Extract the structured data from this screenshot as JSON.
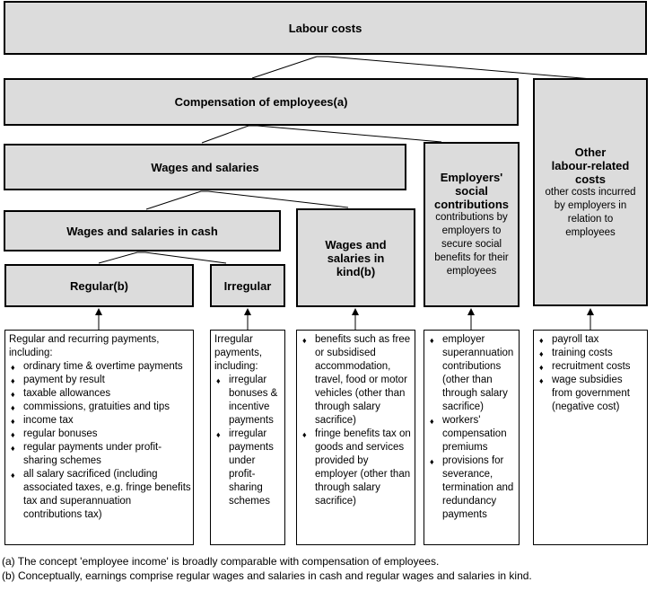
{
  "bullet_char": "♦",
  "colors": {
    "box_fill": "#dcdcdc",
    "box_border": "#000000",
    "detail_fill": "#ffffff",
    "line_color": "#000000",
    "text_color": "#000000",
    "background": "#ffffff"
  },
  "nodes": {
    "labour_costs": "Labour costs",
    "compensation": "Compensation of employees(a)",
    "wages_salaries": "Wages and salaries",
    "wages_cash": "Wages and salaries in cash",
    "regular": "Regular(b)",
    "irregular": "Irregular",
    "wages_kind": "Wages and\nsalaries in\nkind(b)",
    "employers_social": {
      "title": "Employers'\nsocial\ncontributions",
      "description": "contributions by\nemployers to\nsecure social\nbenefits for their\nemployees"
    },
    "other_costs": {
      "title": "Other\nlabour-related\ncosts",
      "description": "other costs incurred\nby employers in\nrelation to\nemployees"
    }
  },
  "detail_boxes": [
    {
      "intro": "Regular and recurring payments, including:",
      "items": [
        "ordinary time & overtime payments",
        "payment by result",
        "taxable allowances",
        "commissions, gratuities and tips",
        "income tax",
        "regular bonuses",
        "regular payments under profit-sharing schemes",
        "all salary sacrificed (including associated taxes, e.g. fringe benefits tax and superannuation contributions tax)"
      ]
    },
    {
      "intro": "Irregular payments, including:",
      "items": [
        "irregular bonuses & incentive payments",
        "irregular payments under profit-sharing schemes"
      ]
    },
    {
      "items": [
        "benefits such as free or subsidised accommodation, travel, food or motor vehicles (other than through salary sacrifice)",
        "fringe benefits tax on goods and services provided by employer (other than through salary sacrifice)"
      ]
    },
    {
      "items": [
        "employer superannuation contributions (other than through salary sacrifice)",
        "workers' compensation premiums",
        "provisions for severance, termination and redundancy payments"
      ]
    },
    {
      "items": [
        "payroll tax",
        "training costs",
        "recruitment costs",
        "wage subsidies from government (negative cost)"
      ]
    }
  ],
  "footnotes": [
    "(a) The concept 'employee income' is broadly comparable with compensation of employees.",
    "(b) Conceptually, earnings comprise regular wages and salaries in cash and regular wages and salaries in kind."
  ]
}
